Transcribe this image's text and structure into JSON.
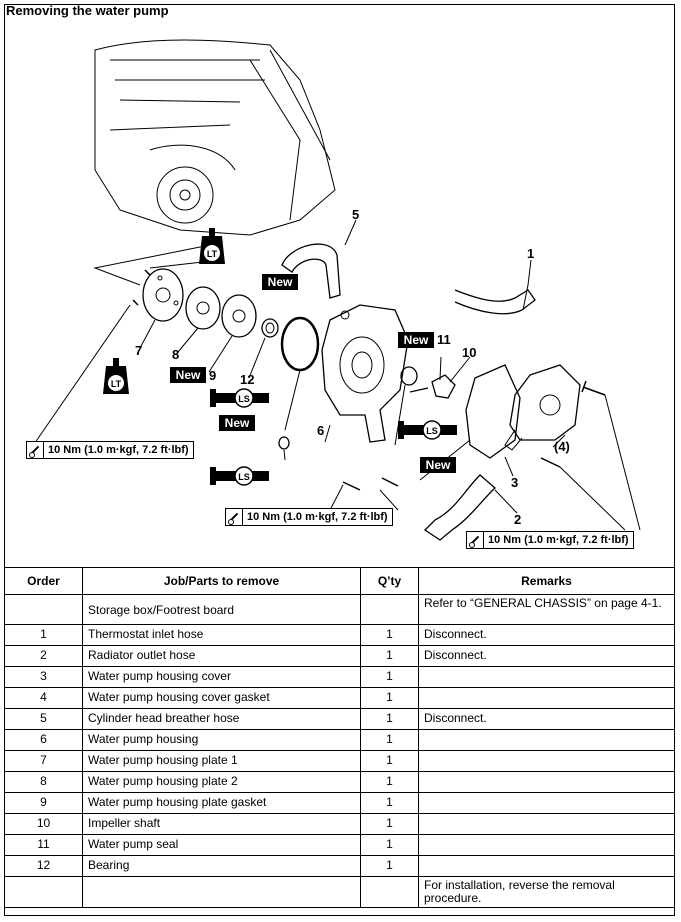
{
  "title": "Removing the water pump",
  "callouts": [
    "1",
    "2",
    "3",
    "(4)",
    "5",
    "6",
    "7",
    "8",
    "9",
    "10",
    "11",
    "12"
  ],
  "labels": {
    "new": "New",
    "lt": "LT",
    "ls": "LS"
  },
  "torque_spec": "10 Nm (1.0 m·kgf, 7.2 ft·lbf)",
  "table": {
    "headers": [
      "Order",
      "Job/Parts to remove",
      "Q’ty",
      "Remarks"
    ],
    "rows": [
      {
        "order": "",
        "part": "Storage box/Footrest board",
        "qty": "",
        "remarks": "Refer to “GENERAL CHASSIS” on page 4-1."
      },
      {
        "order": "1",
        "part": "Thermostat inlet hose",
        "qty": "1",
        "remarks": "Disconnect."
      },
      {
        "order": "2",
        "part": "Radiator outlet hose",
        "qty": "1",
        "remarks": "Disconnect."
      },
      {
        "order": "3",
        "part": "Water pump housing cover",
        "qty": "1",
        "remarks": ""
      },
      {
        "order": "4",
        "part": "Water pump housing cover gasket",
        "qty": "1",
        "remarks": ""
      },
      {
        "order": "5",
        "part": "Cylinder head breather hose",
        "qty": "1",
        "remarks": "Disconnect."
      },
      {
        "order": "6",
        "part": "Water pump housing",
        "qty": "1",
        "remarks": ""
      },
      {
        "order": "7",
        "part": "Water pump housing plate 1",
        "qty": "1",
        "remarks": ""
      },
      {
        "order": "8",
        "part": "Water pump housing plate 2",
        "qty": "1",
        "remarks": ""
      },
      {
        "order": "9",
        "part": "Water pump housing plate gasket",
        "qty": "1",
        "remarks": ""
      },
      {
        "order": "10",
        "part": "Impeller shaft",
        "qty": "1",
        "remarks": ""
      },
      {
        "order": "11",
        "part": "Water pump seal",
        "qty": "1",
        "remarks": ""
      },
      {
        "order": "12",
        "part": "Bearing",
        "qty": "1",
        "remarks": ""
      },
      {
        "order": "",
        "part": "",
        "qty": "",
        "remarks": "For installation, reverse the removal procedure."
      }
    ]
  }
}
